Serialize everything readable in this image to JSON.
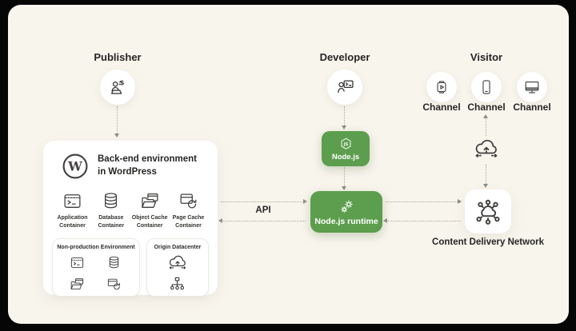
{
  "diagram": {
    "publisher": {
      "label": "Publisher",
      "icon": "publisher-person-laptop-icon",
      "dollar_glyph": "$"
    },
    "developer": {
      "label": "Developer",
      "icon": "developer-person-screen-icon"
    },
    "visitor": {
      "label": "Visitor"
    },
    "channels": [
      {
        "label": "Channel",
        "icon": "media-player-icon"
      },
      {
        "label": "Channel",
        "icon": "smartphone-icon"
      },
      {
        "label": "Channel",
        "icon": "desktop-monitor-icon"
      }
    ],
    "wordpress": {
      "title": "Back-end environment in WordPress",
      "logo_letter": "W",
      "containers": [
        {
          "label": "Application Container",
          "icon": "terminal-window-icon"
        },
        {
          "label": "Database Container",
          "icon": "database-icon"
        },
        {
          "label": "Object Cache Container",
          "icon": "folder-window-icon"
        },
        {
          "label": "Page Cache Container",
          "icon": "browser-refresh-icon"
        }
      ],
      "non_production": {
        "title": "Non-production Environment",
        "icons": [
          "terminal-window-icon",
          "database-icon",
          "open-folder-icon",
          "browser-refresh-icon"
        ]
      },
      "origin_datacenter": {
        "title": "Origin Datacenter",
        "icons": [
          "cloud-upload-icon",
          "network-tree-icon"
        ]
      }
    },
    "nodejs": {
      "label": "Node.js",
      "logo_letters": "JS",
      "icon": "nodejs-hexagon-icon"
    },
    "nodejs_runtime": {
      "label": "Node.js runtime",
      "icon": "gears-icon"
    },
    "api": {
      "label": "API"
    },
    "cdn": {
      "label": "Content Delivery Network",
      "icon": "cdn-cloud-pins-icon",
      "cloud_icon": "cloud-upload-distribution-icon"
    }
  },
  "colors": {
    "page_background": "#060606",
    "canvas_background": "#F8F5ED",
    "card_background": "#FFFFFF",
    "accent_green": "#5C9E4D",
    "text": "#262624",
    "dotted_line": "#A9A79D"
  }
}
